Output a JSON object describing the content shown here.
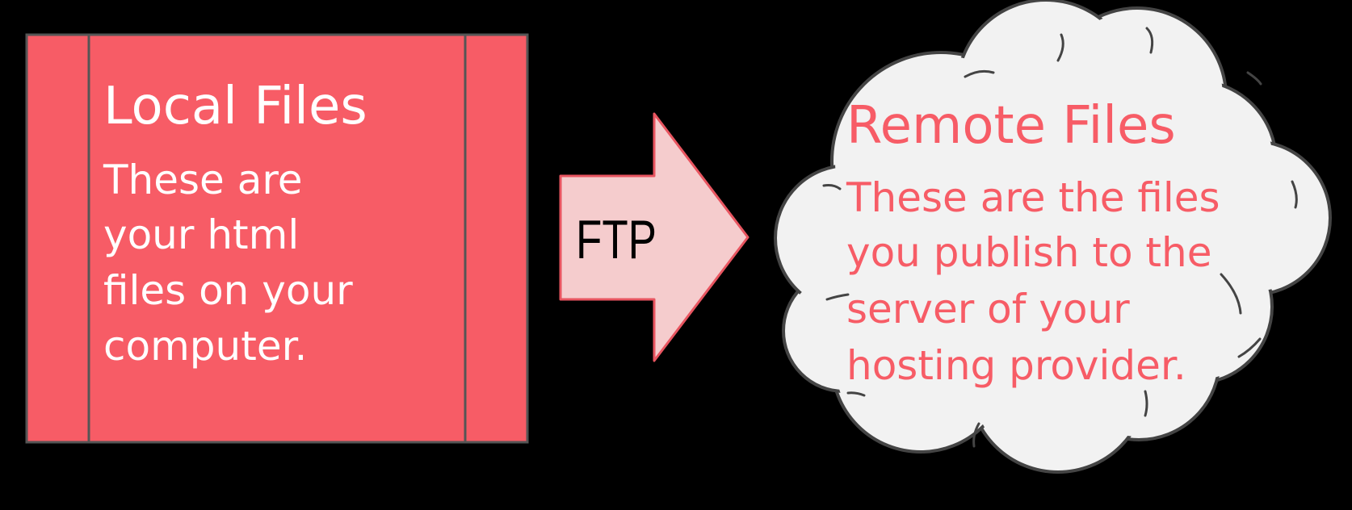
{
  "colors": {
    "background": "#000000",
    "local_fill": "#f75c66",
    "local_border": "#555555",
    "arrow_fill": "#f5cccd",
    "arrow_border": "#e85560",
    "cloud_fill": "#f2f2f2",
    "cloud_border": "#444444",
    "local_text": "#ffffff",
    "remote_text": "#f75c66",
    "arrow_text": "#000000"
  },
  "local": {
    "shape": "storage-box",
    "title": "Local Files",
    "lines": [
      "These are",
      "your html",
      "files on your",
      "computer."
    ]
  },
  "arrow": {
    "label": "FTP"
  },
  "remote": {
    "shape": "cloud",
    "title": "Remote Files",
    "lines": [
      "These are the files",
      "you publish to the",
      "server of your",
      "hosting provider."
    ]
  }
}
